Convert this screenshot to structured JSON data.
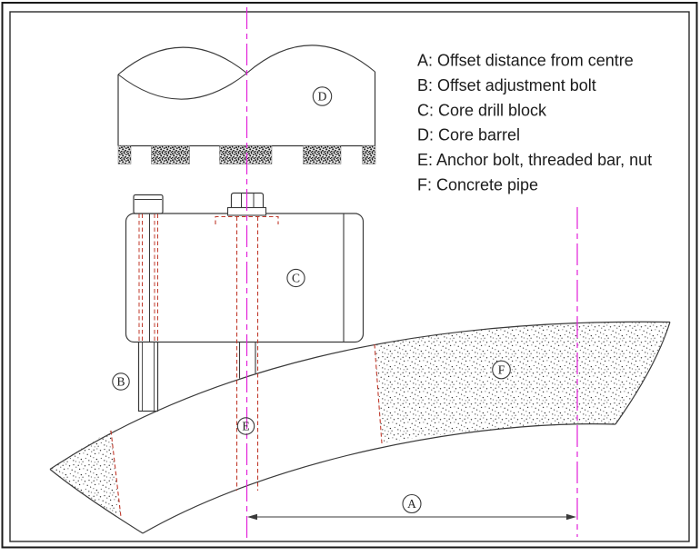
{
  "diagram": {
    "type": "technical-drawing",
    "subject": "Core drill offset jig mounted on a concrete pipe",
    "legend": {
      "items": [
        "A: Offset distance from centre",
        "B: Offset adjustment bolt",
        "C: Core drill block",
        "D: Core barrel",
        "E: Anchor bolt, threaded bar, nut",
        "F: Concrete pipe"
      ]
    },
    "callouts": {
      "A": "A",
      "B": "B",
      "C": "C",
      "D": "D",
      "E": "E",
      "F": "F"
    },
    "colors": {
      "outline": "#3a3a3a",
      "hidden_line_red": "#c0392b",
      "centerline_magenta": "#e321d9",
      "background": "#ffffff"
    }
  }
}
